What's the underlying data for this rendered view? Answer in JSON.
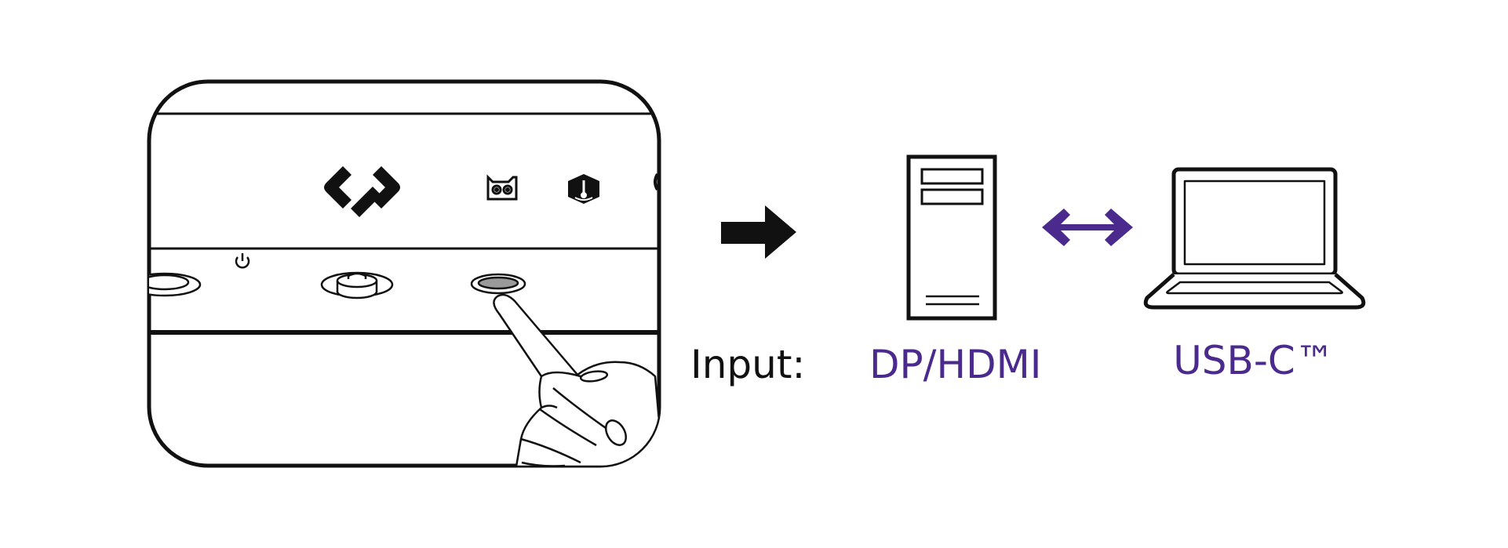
{
  "labels": {
    "input": "Input:",
    "source_dp_hdmi": "DP/HDMI",
    "source_usbc": "USB-C™"
  },
  "icons": {
    "monitor_panel": "monitor-bezel-closeup",
    "input_button": "input-button",
    "joystick": "joystick-button",
    "power": "power-icon",
    "eye_care": "owl-eye-care-icon",
    "brightness_sensor": "sensor-icon",
    "brand_logo": "brand-logo-icon",
    "finger": "pointing-finger",
    "next_arrow": "right-arrow-icon",
    "desktop_pc": "desktop-tower-icon",
    "switch_arrow": "double-arrow-icon",
    "laptop": "laptop-icon"
  },
  "colors": {
    "ink": "#111111",
    "accent": "#4a2a8c"
  }
}
